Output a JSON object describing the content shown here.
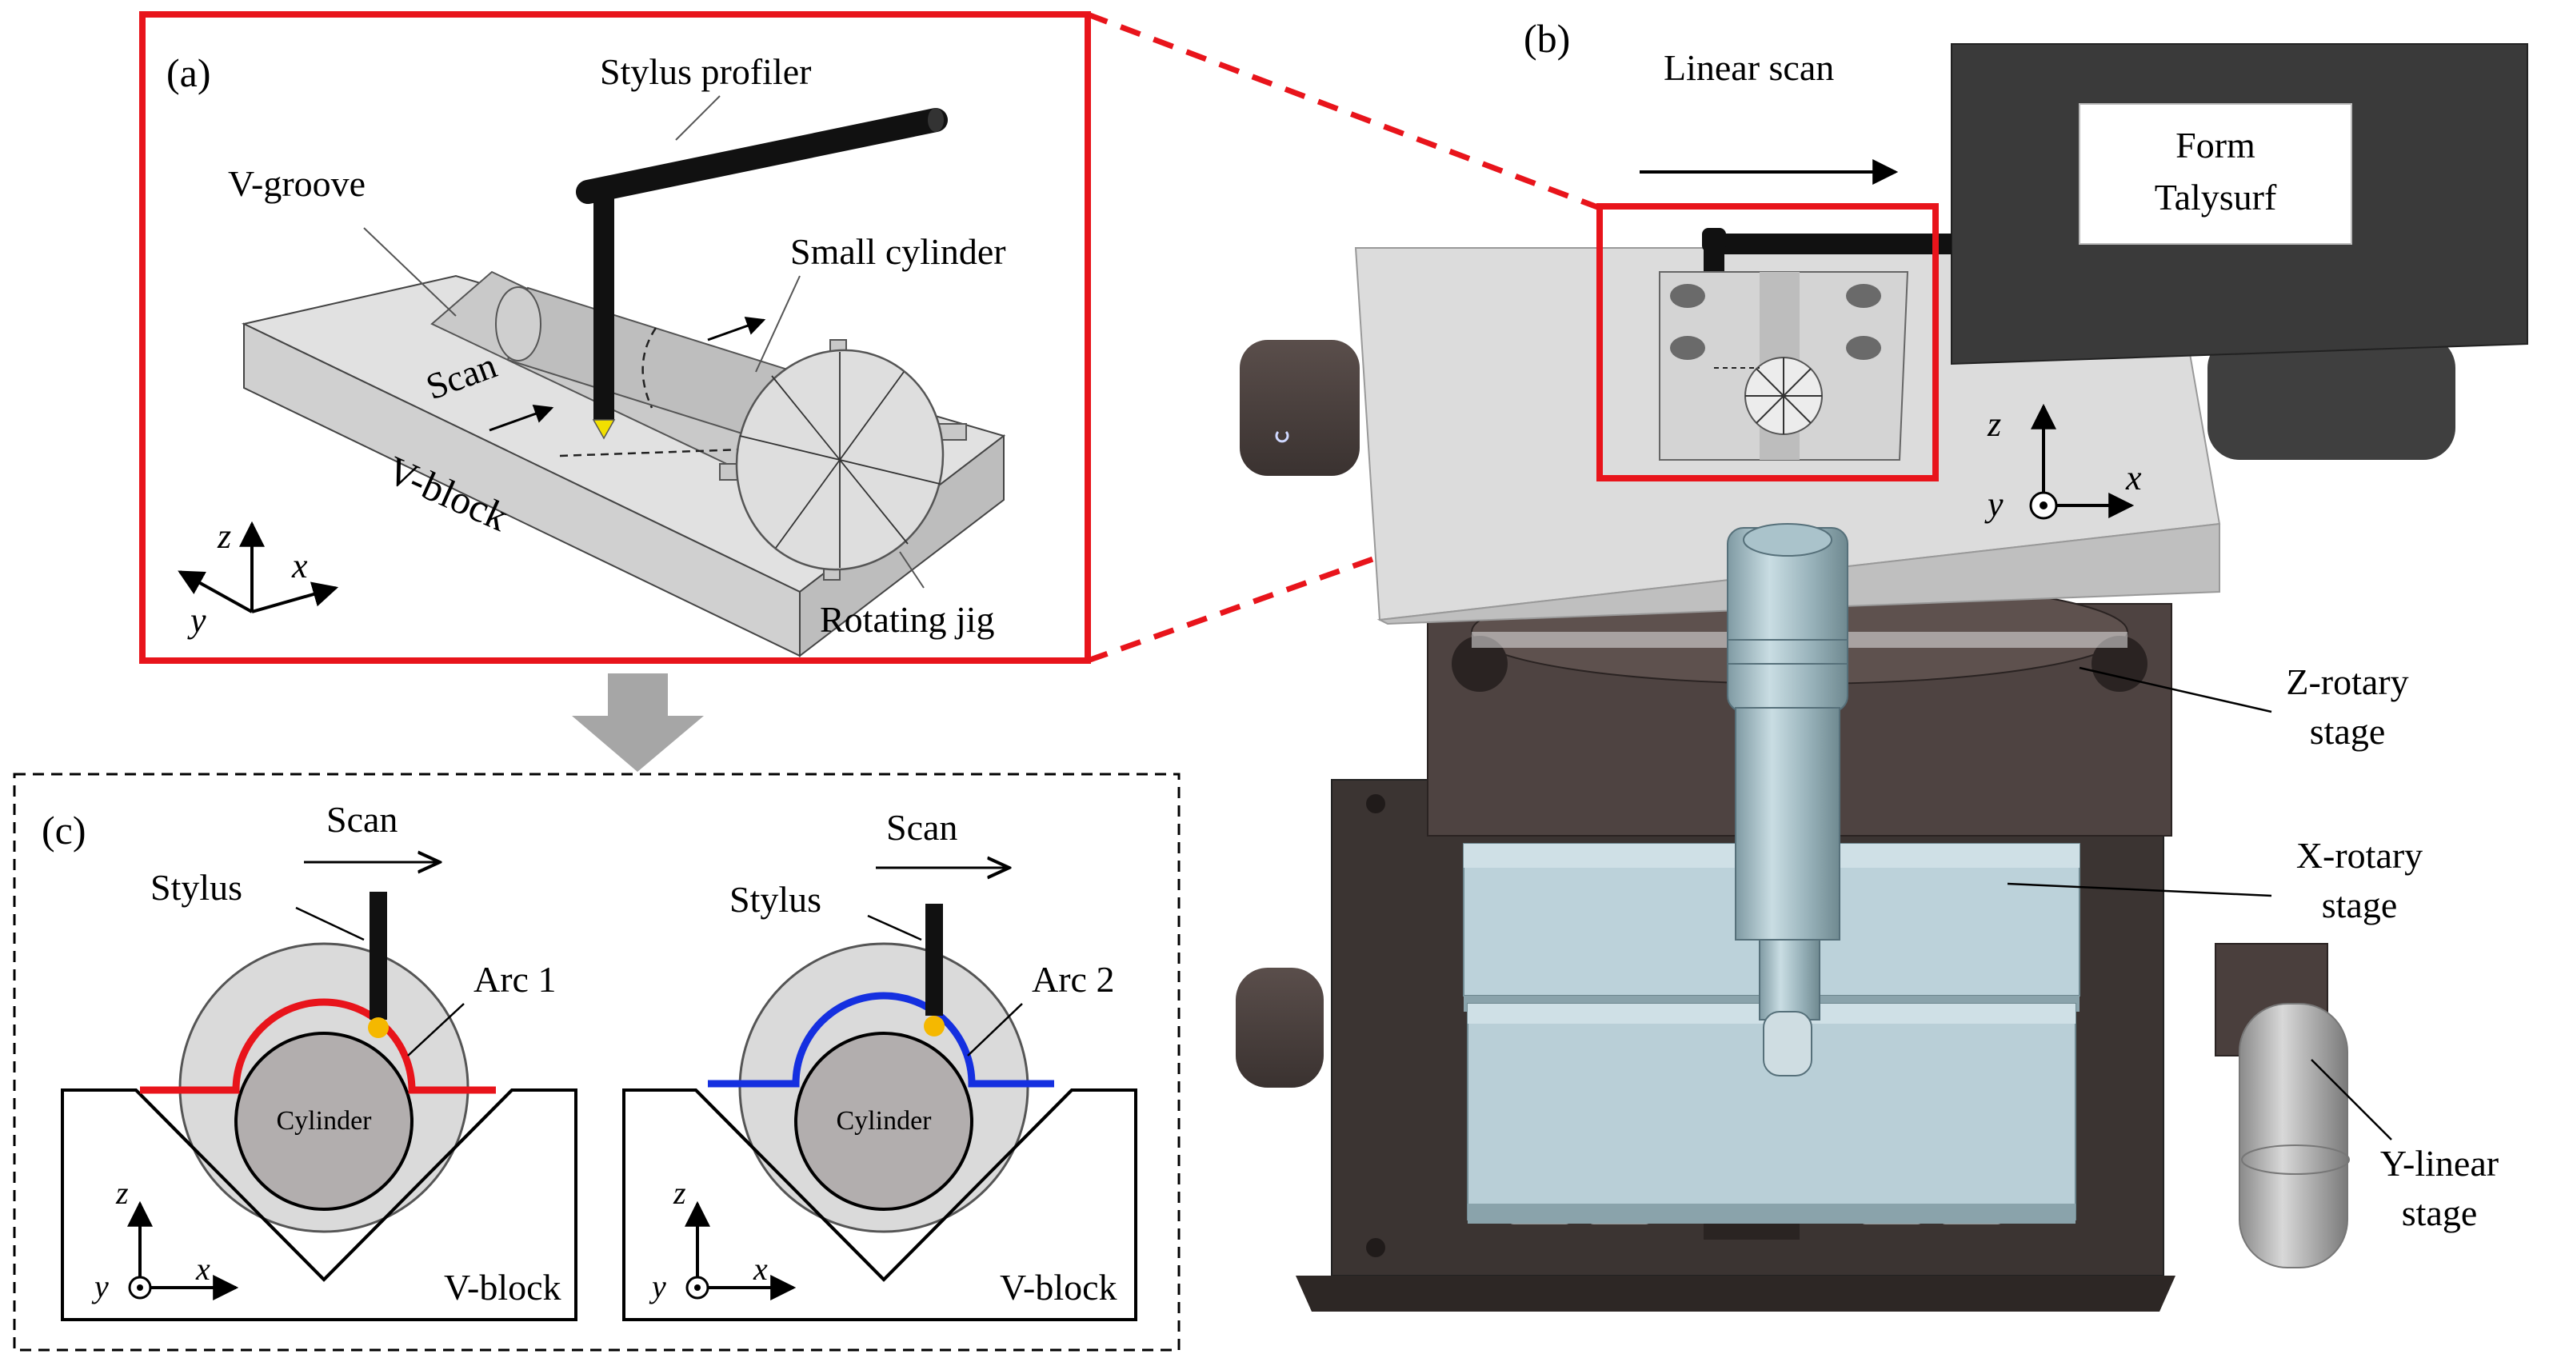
{
  "panel_a": {
    "tag": "(a)",
    "stylus_profiler": "Stylus profiler",
    "v_groove": "V-groove",
    "small_cylinder": "Small cylinder",
    "scan": "Scan",
    "v_block": "V-block",
    "rotating_jig": "Rotating jig",
    "axis_z": "z",
    "axis_x": "x",
    "axis_y": "y"
  },
  "panel_b": {
    "tag": "(b)",
    "linear_scan": "Linear scan",
    "form_line1": "Form",
    "form_line2": "Talysurf",
    "z_rotary_line1": "Z-rotary",
    "z_rotary_line2": "stage",
    "x_rotary_line1": "X-rotary",
    "x_rotary_line2": "stage",
    "y_linear_line1": "Y-linear",
    "y_linear_line2": "stage",
    "axis_z": "z",
    "axis_x": "x",
    "axis_y": "y"
  },
  "panel_c": {
    "tag": "(c)",
    "left": {
      "scan": "Scan",
      "stylus": "Stylus",
      "arc": "Arc 1",
      "cylinder": "Cylinder",
      "v_block": "V-block",
      "axis_z": "z",
      "axis_x": "x",
      "axis_y": "y"
    },
    "right": {
      "scan": "Scan",
      "stylus": "Stylus",
      "arc": "Arc 2",
      "cylinder": "Cylinder",
      "v_block": "V-block",
      "axis_z": "z",
      "axis_x": "x",
      "axis_y": "y"
    }
  },
  "colors": {
    "highlight_red": "#e8141b",
    "arc1_red": "#e8141b",
    "arc2_blue": "#1530e0",
    "stylus_tip_yellow": "#f2e000",
    "contact_orange": "#f5b800",
    "machine_dark": "#3b3432",
    "x_stage_blue": "#bcd2da",
    "cylinder_grey": "#b2aeae",
    "jig_grey": "#dcdcdc"
  }
}
